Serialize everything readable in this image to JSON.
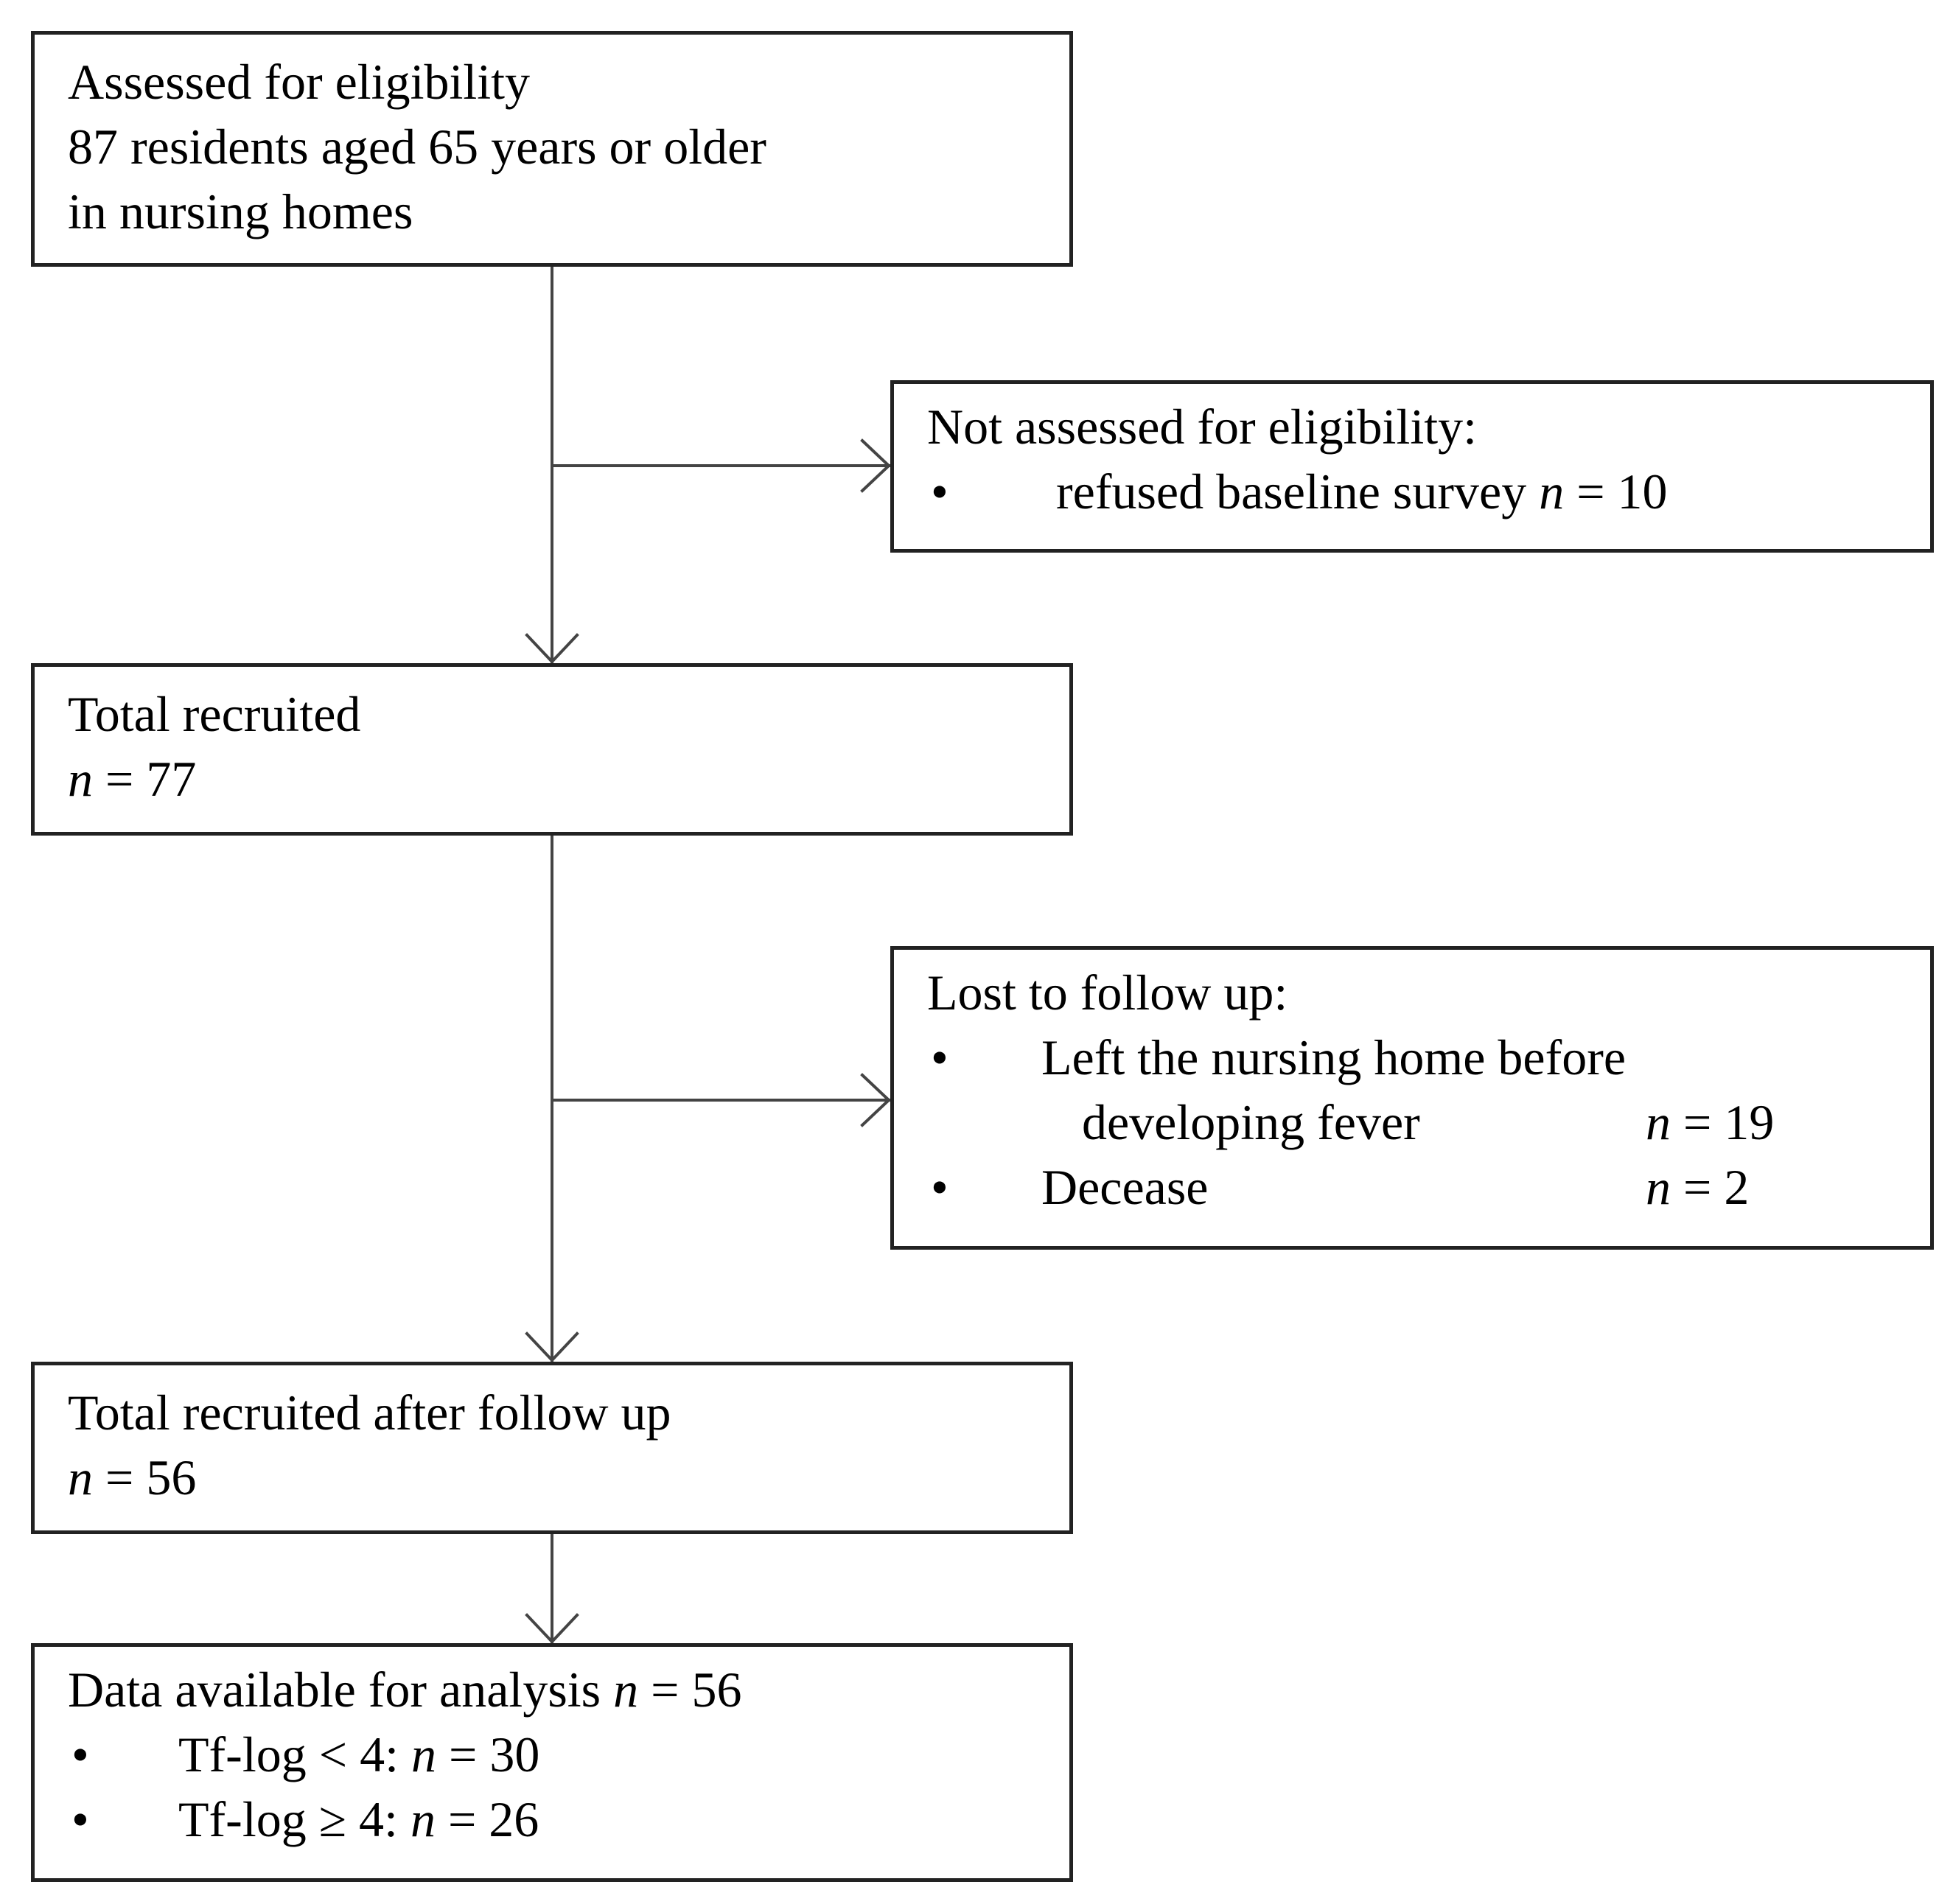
{
  "flowchart": {
    "assessed": {
      "line1": "Assessed for eligibility",
      "line2": "87 residents aged 65 years or older",
      "line3": "in nursing homes"
    },
    "not_assessed": {
      "title": "Not assessed for eligibility:",
      "bullet": "•",
      "item_label": "refused baseline survey",
      "n_symbol": "n",
      "item_value": "= 10"
    },
    "recruited": {
      "title": "Total recruited",
      "n_symbol": "n",
      "value": "= 77"
    },
    "lost": {
      "title": "Lost to follow  up:",
      "bullet": "•",
      "item1_line1": "Left the nursing home before",
      "item1_line2": "developing  fever",
      "item1_value": "= 19",
      "item2_label": "Decease",
      "item2_value": "= 2",
      "n_symbol": "n"
    },
    "after_follow_up": {
      "title": "Total recruited after follow up",
      "n_symbol": "n",
      "value": "= 56"
    },
    "analysis": {
      "title": "Data available for analysis",
      "n_symbol": "n",
      "title_value": "= 56",
      "bullet": "•",
      "item1_label": "Tf-log < 4:",
      "item1_value": "= 30",
      "item2_label": "Tf-log ≥ 4:",
      "item2_value": "= 26"
    }
  }
}
